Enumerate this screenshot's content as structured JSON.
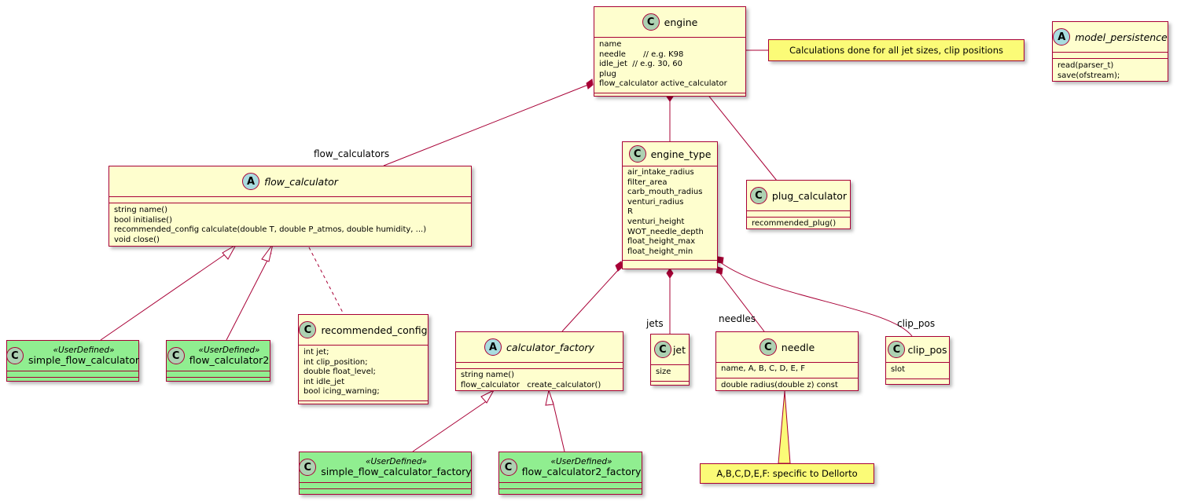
{
  "classes": {
    "engine": {
      "name": "engine",
      "attributes": [
        "name",
        "needle       // e.g. K98",
        "idle_jet  // e.g. 30, 60",
        "plug",
        "flow_calculator active_calculator"
      ]
    },
    "model_persistence": {
      "name": "model_persistence",
      "methods": [
        "read(parser_t)",
        "save(ofstream);"
      ]
    },
    "flow_calculator": {
      "name": "flow_calculator",
      "methods": [
        "string name()",
        "bool initialise()",
        "recommended_config calculate(double T, double P_atmos, double humidity, ...)",
        "void close()"
      ]
    },
    "engine_type": {
      "name": "engine_type",
      "attributes": [
        "air_intake_radius",
        "filter_area",
        "carb_mouth_radius",
        "venturi_radius",
        "R",
        "venturi_height",
        "WOT_needle_depth",
        "float_height_max",
        "float_height_min"
      ]
    },
    "plug_calculator": {
      "name": "plug_calculator",
      "methods": [
        "recommended_plug()"
      ]
    },
    "simple_flow_calculator": {
      "name": "simple_flow_calculator",
      "stereotype": "«UserDefined»"
    },
    "flow_calculator2": {
      "name": "flow_calculator2",
      "stereotype": "«UserDefined»"
    },
    "recommended_config": {
      "name": "recommended_config",
      "attributes": [
        "int jet;",
        "int clip_position;",
        "double float_level;",
        "int idle_jet",
        "bool icing_warning;"
      ]
    },
    "calculator_factory": {
      "name": "calculator_factory",
      "methods": [
        "string name()",
        "flow_calculator   create_calculator()"
      ]
    },
    "jet": {
      "name": "jet",
      "attributes": [
        "size"
      ]
    },
    "needle": {
      "name": "needle",
      "attributes": [
        "name, A, B, C, D, E, F"
      ],
      "methods": [
        "double radius(double z) const"
      ]
    },
    "clip_pos": {
      "name": "clip_pos",
      "attributes": [
        "slot"
      ]
    },
    "simple_flow_calculator_factory": {
      "name": "simple_flow_calculator_factory",
      "stereotype": "«UserDefined»"
    },
    "flow_calculator2_factory": {
      "name": "flow_calculator2_factory",
      "stereotype": "«UserDefined»"
    }
  },
  "notes": {
    "engine_note": "Calculations done for all jet sizes, clip positions",
    "needle_note": "A,B,C,D,E,F: specific to Dellorto"
  },
  "relation_labels": {
    "flow_calculators": "flow_calculators",
    "jets": "jets",
    "needles": "needles",
    "clip_pos": "clip_pos"
  },
  "icons": {
    "class": "C",
    "abstract": "A"
  },
  "colors": {
    "class_fill": "#fefece",
    "border": "#a80036",
    "user_defined_fill": "#90ee90",
    "note_fill": "#fbfb77"
  }
}
